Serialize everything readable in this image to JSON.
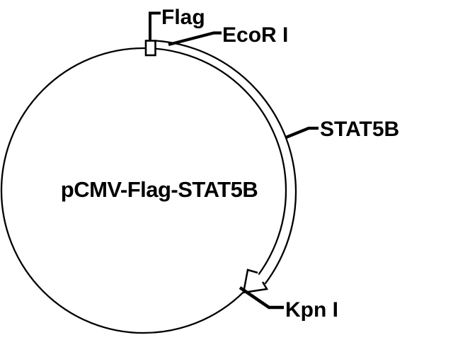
{
  "figure": {
    "type": "plasmid-map",
    "plasmid_name": "pCMV-Flag-STAT5B",
    "features": {
      "flag_tag": {
        "label": "Flag",
        "shape": "small-box-marker",
        "position": "top"
      },
      "insert": {
        "label": "STAT5B",
        "shape": "arc-band-with-arrowhead",
        "direction": "clockwise",
        "from_site": "EcoR I",
        "to_site": "Kpn I"
      }
    },
    "restriction_sites": {
      "ecor1": {
        "label": "EcoR I",
        "position": "top, right of Flag box"
      },
      "kpn1": {
        "label": "Kpn I",
        "position": "bottom-right, at arrowhead"
      }
    },
    "labels": {
      "flag": "Flag",
      "ecor1": "EcoR I",
      "stat5b": "STAT5B",
      "kpn1": "Kpn I",
      "center_title": "pCMV-Flag-STAT5B"
    },
    "colors": {
      "line": "#000000",
      "background": "#ffffff"
    }
  }
}
